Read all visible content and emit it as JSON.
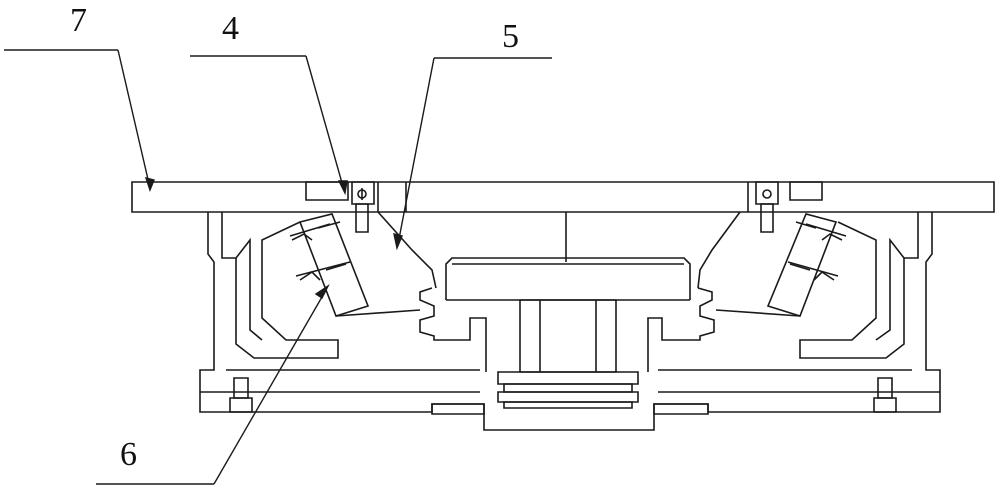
{
  "labels": {
    "part7": "7",
    "part4": "4",
    "part5": "5",
    "part6": "6"
  },
  "colors": {
    "line": "#1a1a1a",
    "background": "#ffffff"
  }
}
